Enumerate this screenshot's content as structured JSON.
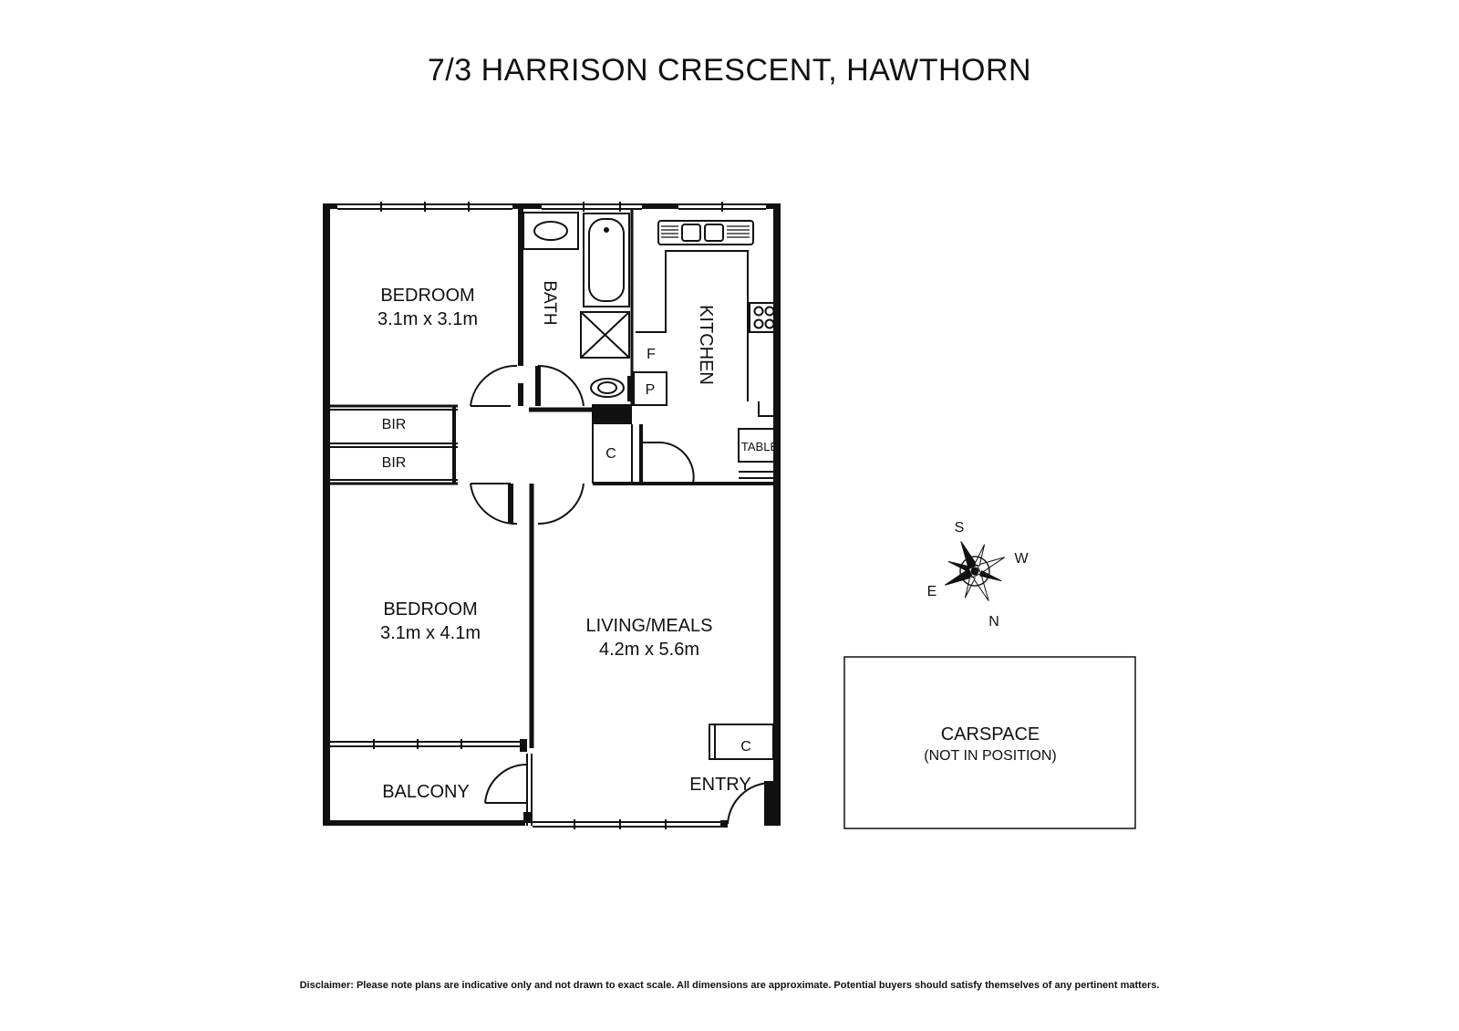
{
  "title": "7/3 HARRISON CRESCENT, HAWTHORN",
  "rooms": {
    "bedroom1": {
      "name": "BEDROOM",
      "dims": "3.1m x 3.1m"
    },
    "bedroom2": {
      "name": "BEDROOM",
      "dims": "3.1m x 4.1m"
    },
    "living": {
      "name": "LIVING/MEALS",
      "dims": "4.2m x 5.6m"
    },
    "bath": "BATH",
    "kitchen": "KITCHEN",
    "bir1": "BIR",
    "bir2": "BIR",
    "fridge": "F",
    "pantry": "P",
    "cupboard1": "C",
    "cupboard2": "C",
    "table": "TABLE",
    "balcony": "BALCONY",
    "entry": "ENTRY"
  },
  "carspace": {
    "name": "CARSPACE",
    "note": "(NOT IN POSITION)"
  },
  "compass": {
    "s": "S",
    "w": "W",
    "e": "E",
    "n": "N"
  },
  "disclaimer": "Disclaimer: Please note plans are indicative only and not drawn to exact scale. All dimensions are approximate. Potential buyers should satisfy themselves of any pertinent matters."
}
